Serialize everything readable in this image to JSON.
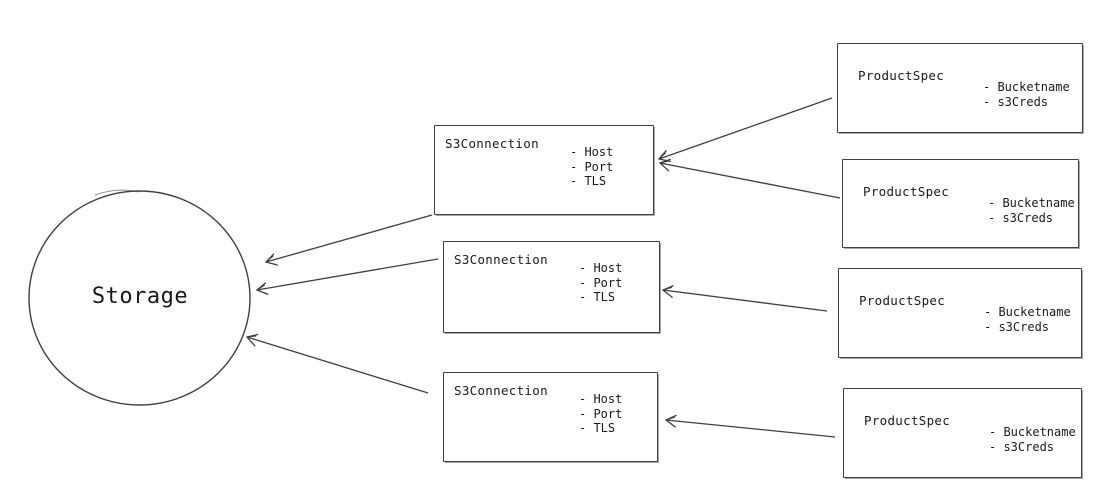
{
  "diagram": {
    "background_color": "#ffffff",
    "stroke_color": "#3f3f3f",
    "text_color": "#1a1a1a",
    "storage": {
      "label": "Storage"
    },
    "s3_connections": [
      {
        "title": "S3Connection",
        "attributes": [
          "- Host",
          "- Port",
          "- TLS"
        ]
      },
      {
        "title": "S3Connection",
        "attributes": [
          "- Host",
          "- Port",
          "- TLS"
        ]
      },
      {
        "title": "S3Connection",
        "attributes": [
          "- Host",
          "- Port",
          "- TLS"
        ]
      }
    ],
    "product_specs": [
      {
        "title": "ProductSpec",
        "attributes": [
          "- Bucketname",
          "- s3Creds"
        ]
      },
      {
        "title": "ProductSpec",
        "attributes": [
          "- Bucketname",
          "- s3Creds"
        ]
      },
      {
        "title": "ProductSpec",
        "attributes": [
          "- Bucketname",
          "- s3Creds"
        ]
      },
      {
        "title": "ProductSpec",
        "attributes": [
          "- Bucketname",
          "- s3Creds"
        ]
      }
    ]
  }
}
